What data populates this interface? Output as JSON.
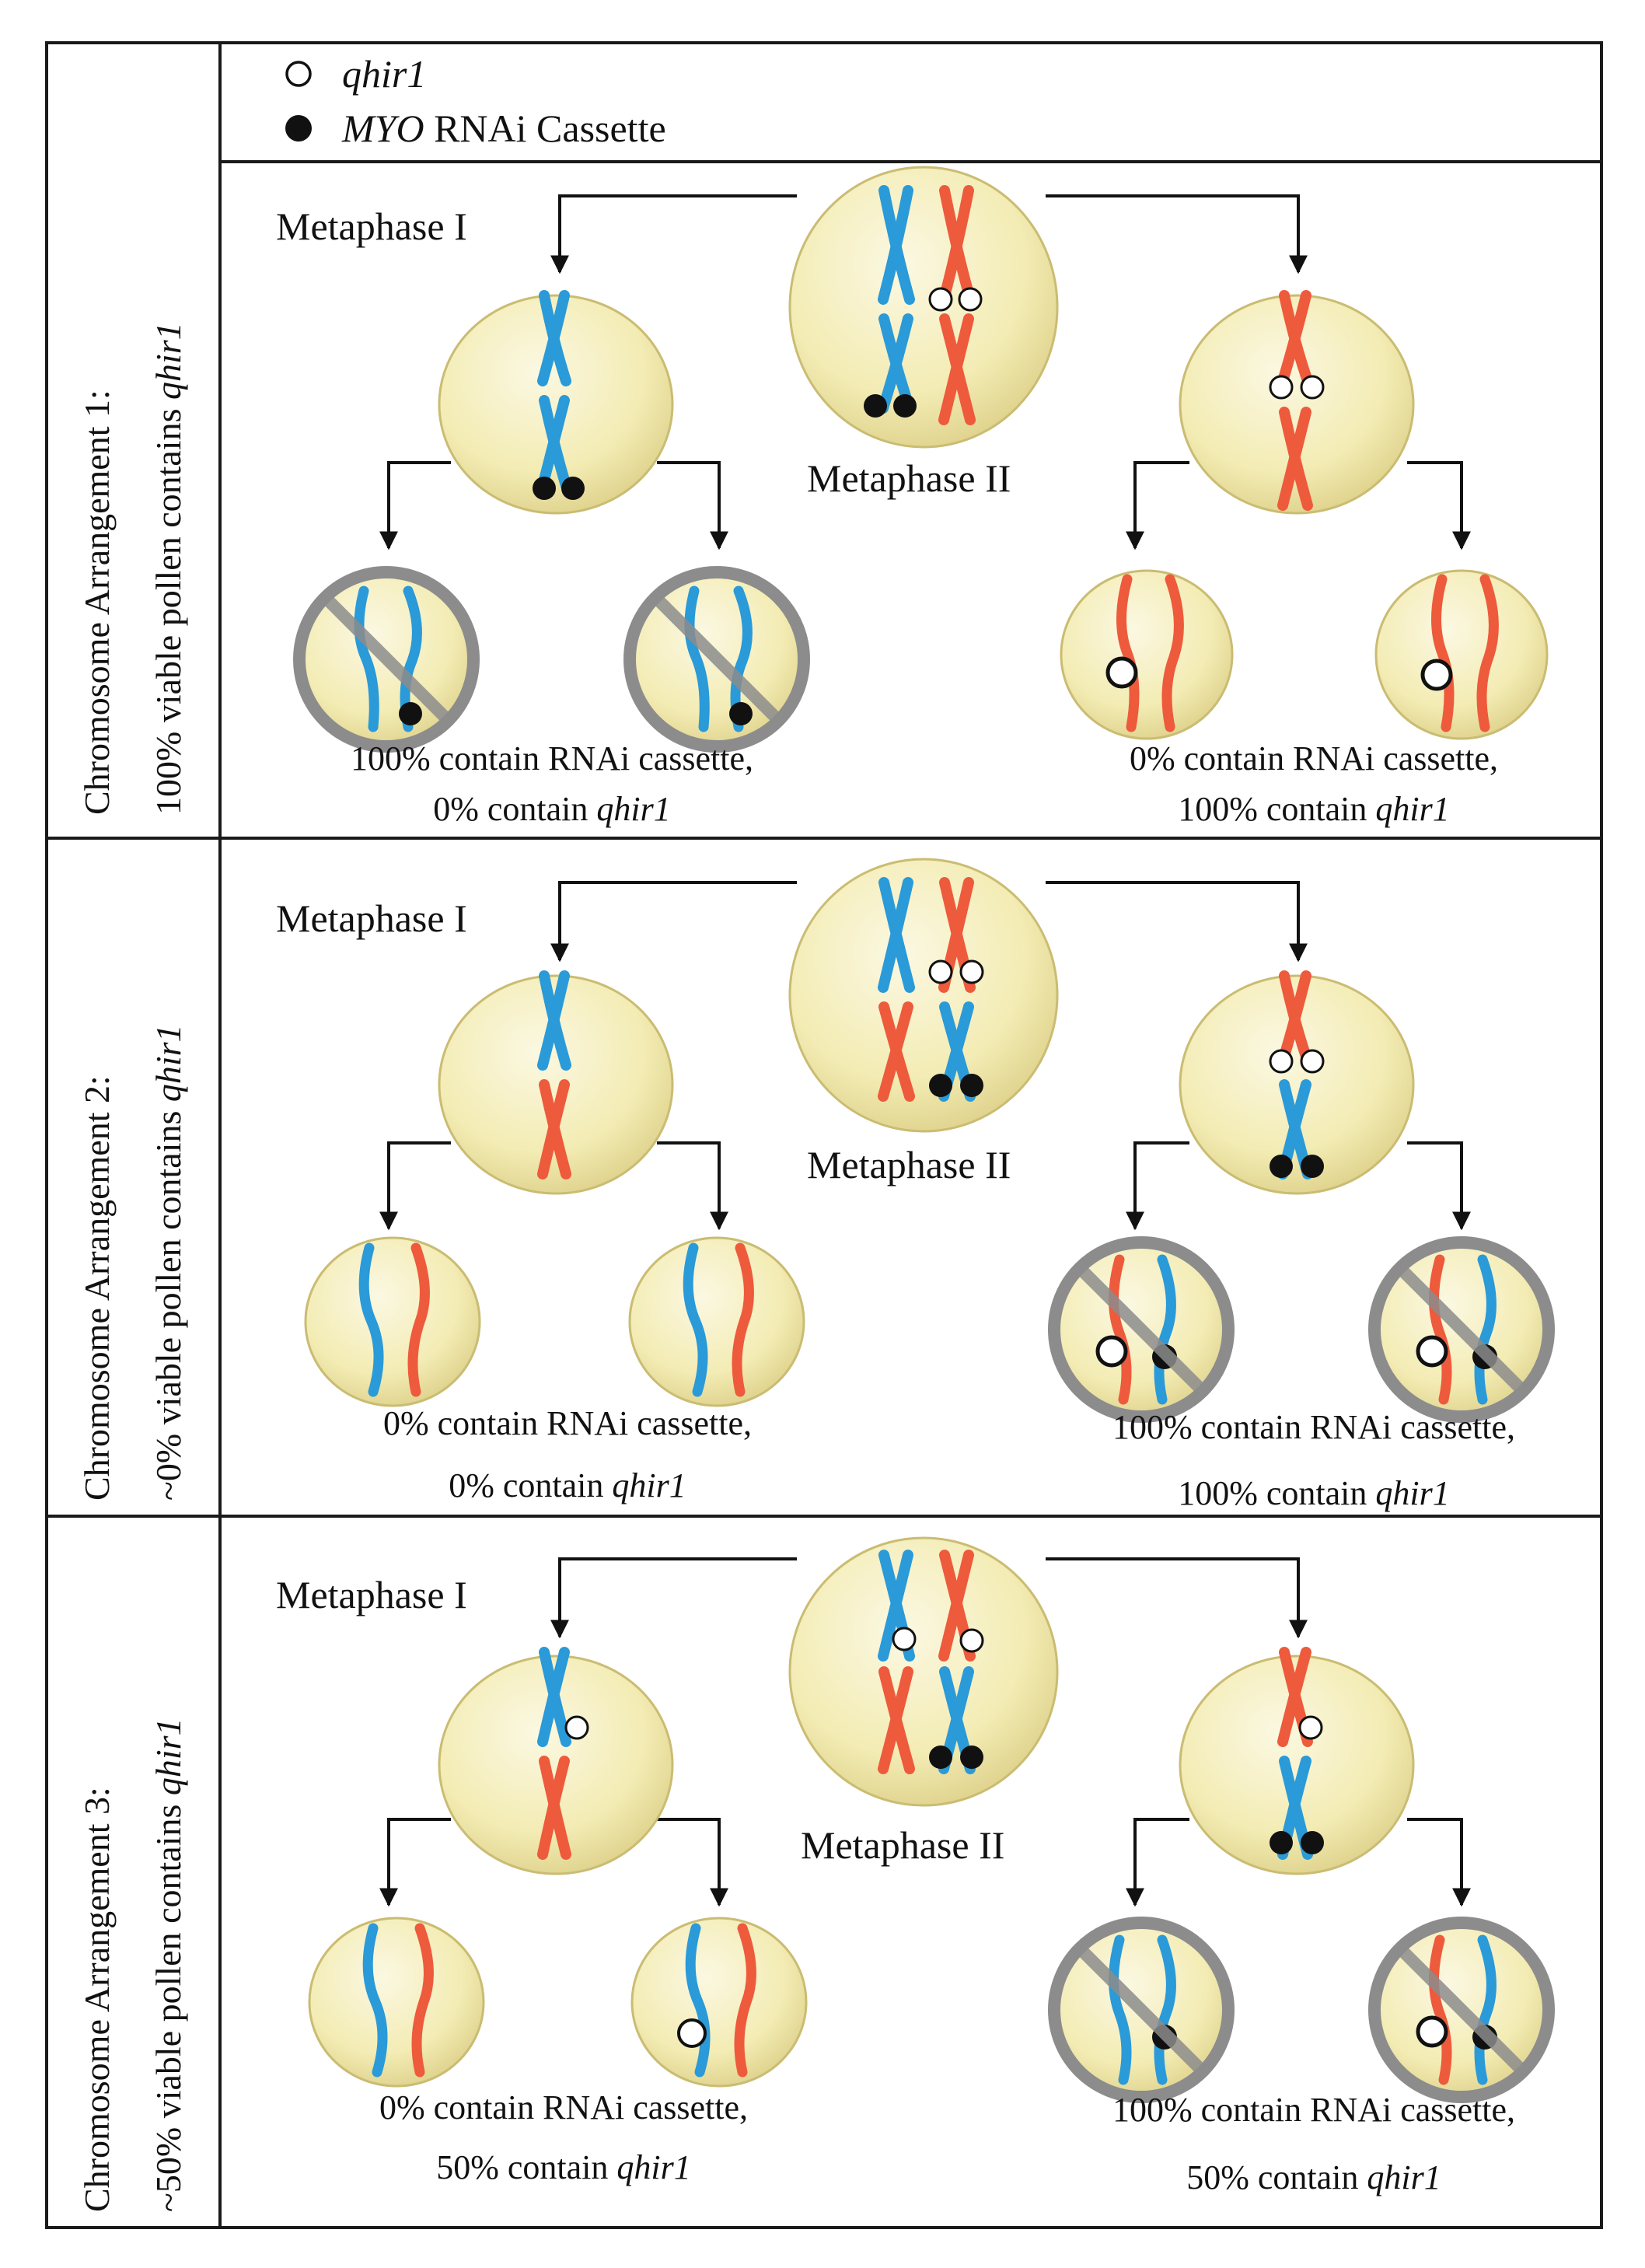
{
  "legend": {
    "open_label": "qhir1",
    "filled_marker_italic": "MYO",
    "filled_label": " RNAi Cassette"
  },
  "panels": [
    {
      "side_title": "Chromosome Arrangement 1:",
      "side_subtitle_prefix": "100% viable pollen contains ",
      "side_subtitle_italic": "qhir1",
      "metaphase_1": "Metaphase I",
      "metaphase_2": "Metaphase II",
      "left_result_line1": "100% contain RNAi cassette,",
      "left_result_line2_prefix": "0% contain ",
      "left_result_line2_italic": "qhir1",
      "right_result_line1": "0% contain RNAi cassette,",
      "right_result_line2_prefix": "100% contain ",
      "right_result_line2_italic": "qhir1"
    },
    {
      "side_title": "Chromosome Arrangement 2:",
      "side_subtitle_prefix": "~0% viable pollen contains ",
      "side_subtitle_italic": "qhir1",
      "metaphase_1": "Metaphase I",
      "metaphase_2": "Metaphase II",
      "left_result_line1": "0% contain RNAi cassette,",
      "left_result_line2_prefix": "0% contain ",
      "left_result_line2_italic": "qhir1",
      "right_result_line1": "100% contain RNAi cassette,",
      "right_result_line2_prefix": "100% contain ",
      "right_result_line2_italic": "qhir1"
    },
    {
      "side_title": "Chromosome Arrangement 3:",
      "side_subtitle_prefix": "~50% viable pollen contains ",
      "side_subtitle_italic": "qhir1",
      "metaphase_1": "Metaphase I",
      "metaphase_2": "Metaphase II",
      "left_result_line1": "0% contain RNAi cassette,",
      "left_result_line2_prefix": "50% contain ",
      "left_result_line2_italic": "qhir1",
      "right_result_line1": "100% contain RNAi cassette,",
      "right_result_line2_prefix": "50% contain ",
      "right_result_line2_italic": "qhir1"
    }
  ],
  "colors": {
    "blue_chromosome": "#2a9ad8",
    "red_chromosome": "#ee5a3c",
    "cell_fill": "#f3ecb4",
    "inviable_ring": "#8c8c8c",
    "border": "#1a1a1a"
  }
}
